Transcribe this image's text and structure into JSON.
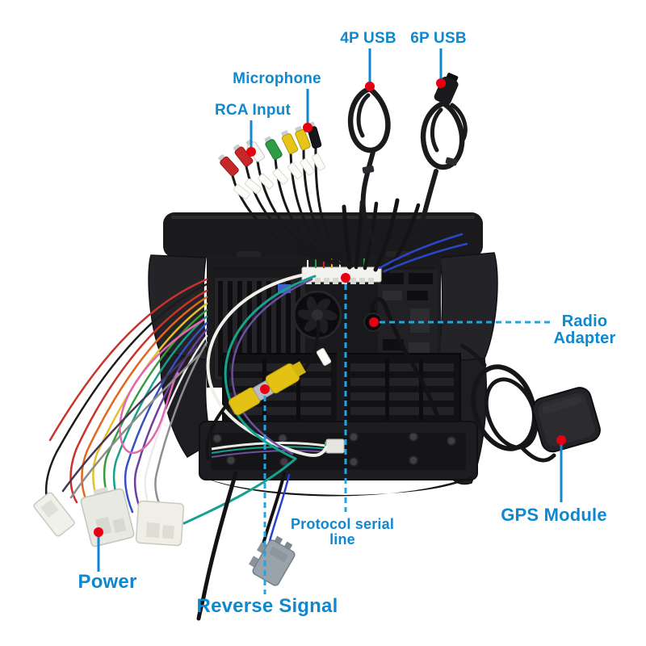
{
  "page": {
    "background": "#ffffff",
    "description": "Annotated rear-view photo of a car stereo head unit showing its wiring harnesses and accessories"
  },
  "colors": {
    "label_text": "#0e88cf",
    "leader_line_solid": "#1088d0",
    "leader_line_dashed": "#28a3de",
    "anchor_dot": "#e60012",
    "chassis_dark": "#1c1c1f",
    "rca_red": "#c62828",
    "rca_green": "#2e9e46",
    "rca_yellow": "#e6c518",
    "rca_white": "#f5f5f2",
    "connector_white": "#e9e9e3",
    "connector_gray": "#9aa2ab"
  },
  "callouts": {
    "usb_4p": {
      "label": "4P USB",
      "line_style": "solid"
    },
    "usb_6p": {
      "label": "6P USB",
      "line_style": "solid"
    },
    "microphone": {
      "label": "Microphone",
      "line_style": "solid"
    },
    "rca_input": {
      "label": "RCA Input",
      "line_style": "solid"
    },
    "radio_adapter": {
      "line1": "Radio",
      "line2": "Adapter",
      "line_style": "dashed"
    },
    "gps_module": {
      "label": "GPS Module",
      "line_style": "solid"
    },
    "power": {
      "label": "Power",
      "line_style": "solid"
    },
    "reverse_signal": {
      "label": "Reverse Signal",
      "line_style": "dashed"
    },
    "protocol_serial": {
      "line1": "Protocol serial",
      "line2": "line",
      "line_style": "dashed"
    }
  },
  "components": {
    "head_unit": "car-stereo-rear-view",
    "rca_plug_colors": [
      "red",
      "red",
      "white",
      "green",
      "yellow",
      "yellow"
    ],
    "microphone_plug_color": "black",
    "reverse_camera_rca_color": "yellow",
    "power_connector_count": 3,
    "gps_antenna": "black-square-module"
  }
}
